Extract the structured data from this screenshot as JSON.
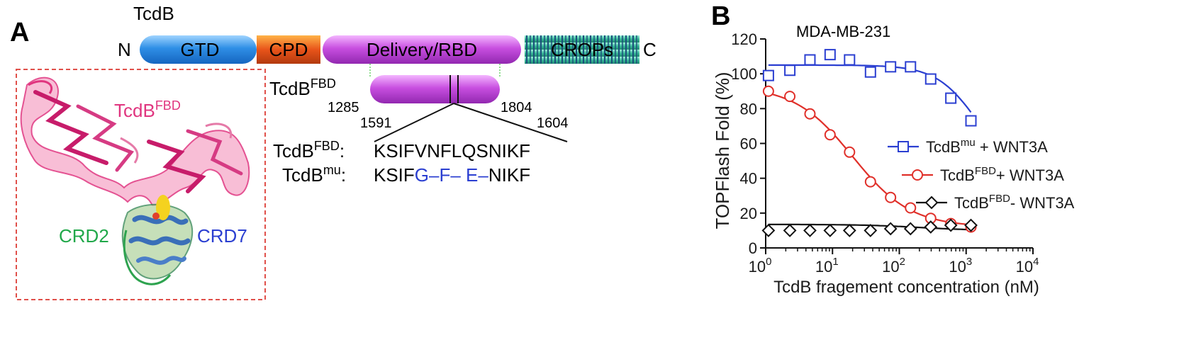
{
  "panel_a": {
    "letter": "A",
    "protein_title": "TcdB",
    "n_label": "N",
    "c_label": "C",
    "domains": [
      {
        "label": "GTD"
      },
      {
        "label": "CPD"
      },
      {
        "label": "Delivery/RBD"
      },
      {
        "label": "CROPs"
      }
    ],
    "fbd_label": "TcdB",
    "fbd_sup": "FBD",
    "start_pos": "1285",
    "end_pos": "1804",
    "motif_start": "1591",
    "motif_end": "1604",
    "seq_wt_name": "TcdB",
    "seq_wt_sup": "FBD",
    "seq_wt": "KSIFVNFLQSNIKF",
    "seq_mu_name": "TcdB",
    "seq_mu_sup": "mu",
    "seq_mu_prefix": "KSIF",
    "seq_mu_mut": "G–F– E–",
    "seq_mu_suffix": "NIKF",
    "structure_label_main": "TcdB",
    "structure_label_sup": "FBD",
    "crd2_label": "CRD2",
    "crd7_label": "CRD7",
    "colors": {
      "gtd": "#2f8fe6",
      "cpd": "#e8541a",
      "delivery": "#c84fe0",
      "crops": "#39b89a",
      "crd2": "#21a84a",
      "crd7": "#2b3fd1",
      "tcdb_pink": "#e0357f",
      "mutation_blue": "#2b3fd1",
      "box_red": "#e0504a"
    }
  },
  "panel_b": {
    "letter": "B",
    "colors": {
      "mu": "#2b3fd1",
      "fbd_plus": "#e0302a",
      "fbd_minus": "#111111"
    }
  },
  "chart_data": {
    "type": "scatter",
    "title": "MDA-MB-231",
    "xlabel": "TcdB fragement concentration (nM)",
    "ylabel": "TOPFlash Fold (%)",
    "x_scale": "log",
    "xlim": [
      1,
      10000
    ],
    "ylim": [
      0,
      120
    ],
    "x_ticks": [
      {
        "base": "10",
        "exp": "0"
      },
      {
        "base": "10",
        "exp": "1"
      },
      {
        "base": "10",
        "exp": "2"
      },
      {
        "base": "10",
        "exp": "3"
      },
      {
        "base": "10",
        "exp": "4"
      }
    ],
    "y_ticks": [
      "0",
      "20",
      "40",
      "60",
      "80",
      "100",
      "120"
    ],
    "legend_position": "right",
    "series": [
      {
        "legend_main": "TcdB",
        "legend_sup": "mu",
        "legend_rest": " + WNT3A",
        "marker": "square",
        "color": "#2b3fd1",
        "x": [
          1.1,
          2.3,
          4.6,
          9.2,
          18,
          37,
          74,
          147,
          295,
          590,
          1180
        ],
        "y": [
          99,
          102,
          108,
          111,
          108,
          101,
          104,
          104,
          97,
          86,
          73
        ]
      },
      {
        "legend_main": "TcdB",
        "legend_sup": "FBD",
        "legend_rest": "+ WNT3A",
        "marker": "circle",
        "color": "#e0302a",
        "x": [
          1.1,
          2.3,
          4.6,
          9.2,
          18,
          37,
          74,
          147,
          295,
          590,
          1180
        ],
        "y": [
          90,
          87,
          77,
          65,
          55,
          38,
          29,
          23,
          17,
          14,
          12
        ]
      },
      {
        "legend_main": "TcdB",
        "legend_sup": "FBD",
        "legend_rest": "- WNT3A",
        "marker": "diamond",
        "color": "#111111",
        "x": [
          1.1,
          2.3,
          4.6,
          9.2,
          18,
          37,
          74,
          147,
          295,
          590,
          1180
        ],
        "y": [
          10,
          10,
          10,
          10,
          10,
          10,
          11,
          11,
          12,
          13,
          13
        ]
      }
    ],
    "fit_curves": [
      {
        "series": 0,
        "top": 105,
        "bottom": 40,
        "ec50": 1500,
        "hill": 1.4
      },
      {
        "series": 1,
        "top": 93,
        "bottom": 12,
        "ec50": 20,
        "hill": 1.0
      },
      {
        "series": 2,
        "top": 13.5,
        "bottom": 10,
        "ec50": 200,
        "hill": 1.0
      }
    ]
  }
}
